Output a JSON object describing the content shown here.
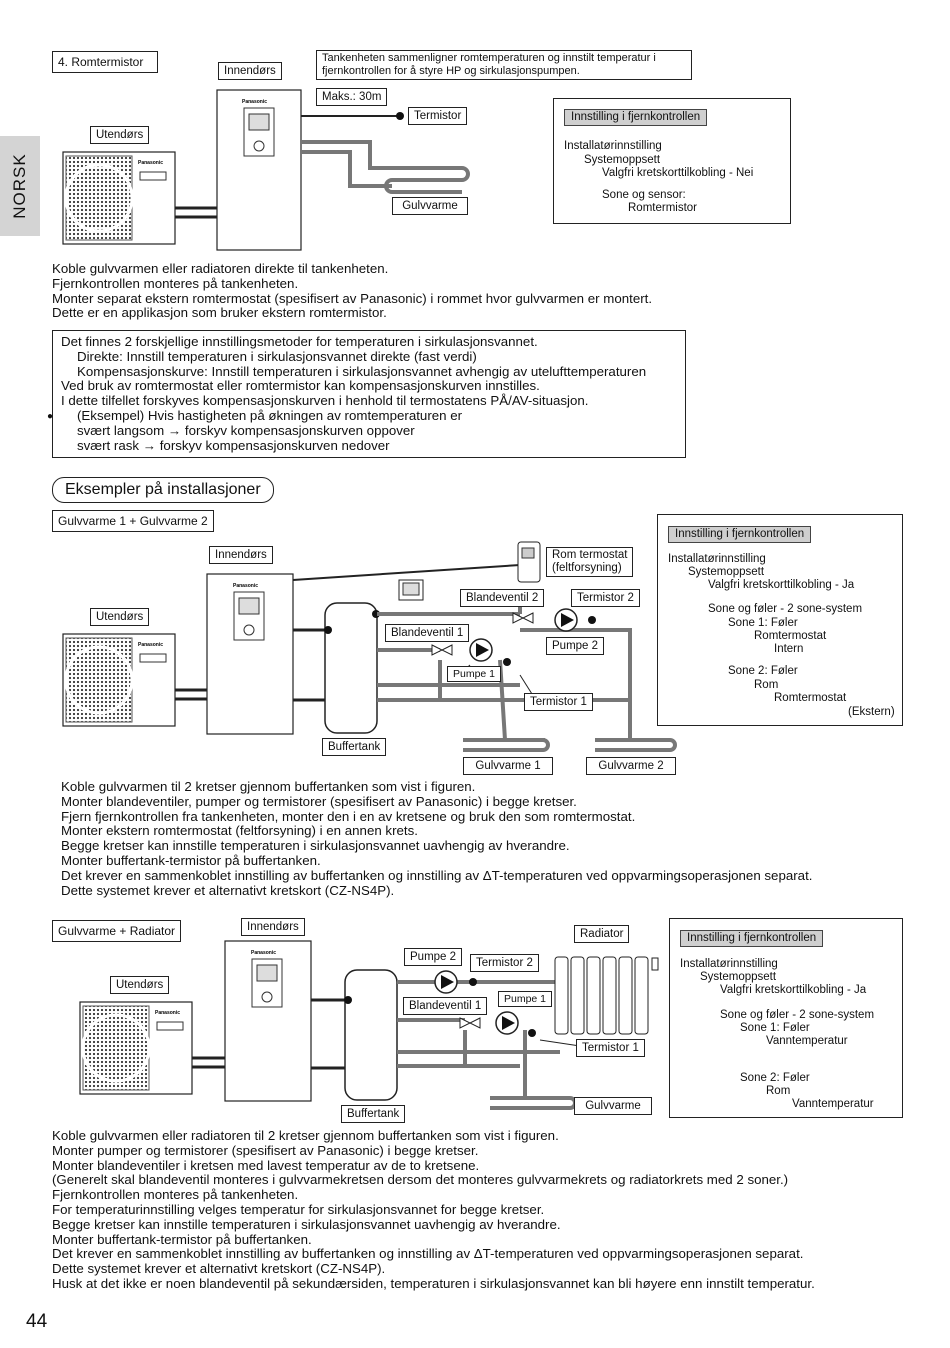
{
  "side_tab": "NORSK",
  "page_number": "44",
  "brand": "Panasonic",
  "sec1": {
    "title": "4. Romtermistor",
    "indoor": "Innendørs",
    "outdoor": "Utendørs",
    "note": [
      "Tankenheten sammenligner romtemperaturen og innstilt temperatur i",
      "fjernkontrollen for å styre HP og sirkulasjonspumpen."
    ],
    "max": "Maks.: 30m",
    "thermistor": "Termistor",
    "floor": "Gulvvarme",
    "panel_title": "Innstilling i fjernkontrollen",
    "panel_lines": [
      "Installatørinnstilling",
      "Systemoppsett",
      "Valgfri kretskorttilkobling - Nei",
      "Sone og sensor:",
      "Romtermistor"
    ],
    "paragraph": [
      "Koble gulvvarmen eller radiatoren direkte til tankenheten.",
      "Fjernkontrollen monteres på tankenheten.",
      "Monter separat ekstern romtermostat (spesifisert av Panasonic) i rommet hvor gulvvarmen er montert.",
      "Dette er en applikasjon som bruker ekstern romtermistor."
    ],
    "infobox": [
      "Det finnes 2 forskjellige innstillingsmetoder for temperaturen i sirkulasjonsvannet.",
      "Direkte: Innstill temperaturen i sirkulasjonsvannet direkte (fast verdi)",
      "Kompensasjonskurve: Innstill temperaturen i sirkulasjonsvannet avhengig av utelufttemperaturen",
      "Ved bruk av romtermostat eller romtermistor kan kompensasjonskurven innstilles.",
      "I dette tilfellet forskyves kompensasjonskurven i henhold til termostatens PÅ/AV-situasjon.",
      "(Eksempel) Hvis hastigheten på økningen av romtemperaturen er",
      "svært langsom → forskyv kompensasjonskurven oppover",
      "svært rask → forskyv kompensasjonskurven nedover"
    ]
  },
  "examples_heading": "Eksempler på installasjoner",
  "sec2": {
    "title": "Gulvvarme 1 + Gulvvarme 2",
    "indoor": "Innendørs",
    "outdoor": "Utendørs",
    "room_thermostat": [
      "Rom termostat",
      "(feltforsyning)"
    ],
    "mix2": "Blandeventil 2",
    "therm2": "Termistor 2",
    "mix1": "Blandeventil 1",
    "pump2": "Pumpe 2",
    "pump1": "Pumpe 1",
    "therm1": "Termistor 1",
    "buffer": "Buffertank",
    "floor1": "Gulvvarme 1",
    "floor2": "Gulvvarme 2",
    "panel_title": "Innstilling i fjernkontrollen",
    "panel_lines": [
      "Installatørinnstilling",
      "Systemoppsett",
      "Valgfri kretskorttilkobling - Ja",
      "Sone og føler - 2 sone-system",
      "Sone 1: Føler",
      "Romtermostat",
      "Intern",
      "Sone 2: Føler",
      "Rom",
      "Romtermostat",
      "(Ekstern)"
    ],
    "paragraph": [
      "Koble gulvvarmen til 2 kretser gjennom buffertanken som vist i figuren.",
      "Monter blandeventiler, pumper og termistorer (spesifisert av Panasonic) i begge kretser.",
      "Fjern fjernkontrollen fra tankenheten, monter den i en av kretsene og bruk den som romtermostat.",
      "Monter ekstern romtermostat (feltforsyning) i en annen krets.",
      "Begge kretser kan innstille temperaturen i sirkulasjonsvannet uavhengig av hverandre.",
      "Monter buffertank-termistor på buffertanken.",
      "Det krever en sammenkoblet innstilling av buffertanken og innstilling av ΔT-temperaturen ved oppvarmingsoperasjonen separat.",
      "Dette systemet krever et alternativt kretskort (CZ-NS4P)."
    ]
  },
  "sec3": {
    "title": "Gulvvarme + Radiator",
    "indoor": "Innendørs",
    "outdoor": "Utendørs",
    "pump2": "Pumpe 2",
    "therm2": "Termistor 2",
    "radiator": "Radiator",
    "mix1": "Blandeventil 1",
    "pump1": "Pumpe 1",
    "therm1": "Termistor 1",
    "buffer": "Buffertank",
    "floor": "Gulvvarme",
    "panel_title": "Innstilling i fjernkontrollen",
    "panel_lines": [
      "Installatørinnstilling",
      "Systemoppsett",
      "Valgfri kretskorttilkobling - Ja",
      "Sone og føler - 2 sone-system",
      "Sone 1: Føler",
      "Vanntemperatur",
      "Sone 2: Føler",
      "Rom",
      "Vanntemperatur"
    ],
    "paragraph": [
      "Koble gulvvarmen eller radiatoren til 2 kretser gjennom buffertanken som vist i figuren.",
      "Monter pumper og termistorer (spesifisert av Panasonic) i begge kretser.",
      "Monter blandeventiler i kretsen med lavest temperatur av de to kretsene.",
      "(Generelt skal blandeventil monteres i gulvvarmekretsen dersom det monteres gulvvarmekrets og radiatorkrets med 2 soner.)",
      "Fjernkontrollen monteres på tankenheten.",
      "For temperaturinnstilling velges temperatur for sirkulasjonsvannet for begge kretser.",
      "Begge kretser kan innstille temperaturen i sirkulasjonsvannet uavhengig av hverandre.",
      "Monter buffertank-termistor på buffertanken.",
      "Det krever en sammenkoblet innstilling av buffertanken og innstilling av ΔT-temperaturen ved oppvarmingsoperasjonen separat.",
      "Dette systemet krever et alternativt kretskort (CZ-NS4P).",
      "Husk at det ikke er noen blandeventil på sekundærsiden, temperaturen i sirkulasjonsvannet kan bli høyere enn innstilt temperatur."
    ]
  }
}
